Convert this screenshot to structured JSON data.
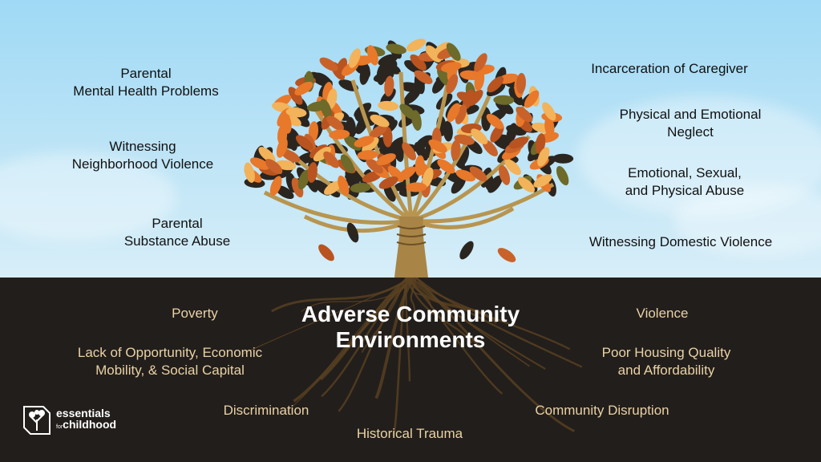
{
  "title": {
    "line1": "Adverse Community",
    "line2": "Environments"
  },
  "above_ground": [
    {
      "line1": "Parental",
      "line2": "Mental Health Problems"
    },
    {
      "line1": "Witnessing",
      "line2": "Neighborhood Violence"
    },
    {
      "line1": "Parental",
      "line2": "Substance Abuse"
    },
    {
      "line1": "Incarceration of Caregiver"
    },
    {
      "line1": "Physical and Emotional",
      "line2": "Neglect"
    },
    {
      "line1": "Emotional, Sexual,",
      "line2": "and Physical Abuse"
    },
    {
      "line1": "Witnessing Domestic Violence"
    }
  ],
  "below_ground": [
    {
      "line1": "Poverty"
    },
    {
      "line1": "Lack of Opportunity, Economic",
      "line2": "Mobility, & Social Capital"
    },
    {
      "line1": "Discrimination"
    },
    {
      "line1": "Historical Trauma"
    },
    {
      "line1": "Community Disruption"
    },
    {
      "line1": "Poor Housing Quality",
      "line2": "and Affordability"
    },
    {
      "line1": "Violence"
    }
  ],
  "logo": {
    "line1": "essentials",
    "for": "for",
    "line2": "childhood"
  },
  "colors": {
    "sky": "#a8dcf5",
    "ground": "#221e1b",
    "label_below": "#e9d2a6",
    "leaf_orange": "#e8782a",
    "leaf_rust": "#b9531f",
    "leaf_dark": "#2b2520",
    "trunk": "#a88446"
  }
}
